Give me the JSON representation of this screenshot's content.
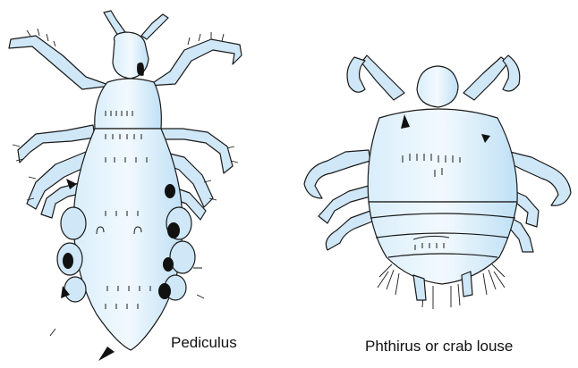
{
  "figures": [
    {
      "id": "pediculus",
      "caption": "Pediculus"
    },
    {
      "id": "phthirus",
      "caption": "Phthirus or crab louse"
    }
  ],
  "colors": {
    "body_fill": "#cfe7f7",
    "body_fill_light": "#eaf5fc",
    "outline": "#1a1a1a",
    "spot": "#111111"
  }
}
